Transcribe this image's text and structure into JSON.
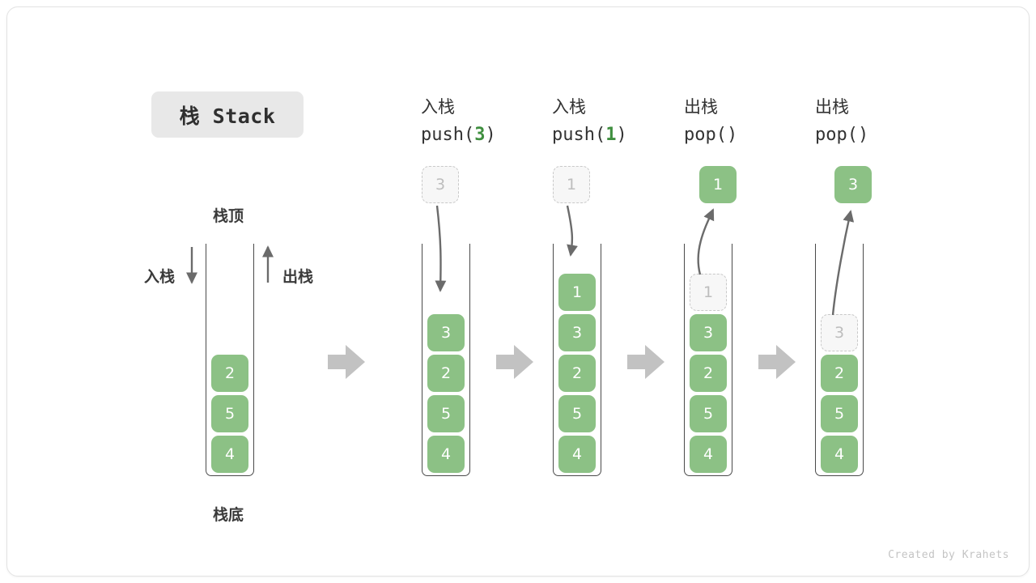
{
  "card": {
    "title_chip": "栈 Stack",
    "footer": "Created by Krahets",
    "accent_green": "#8cc185",
    "code_green": "#3f8f3f",
    "ghost_gray": "#c9c9c9",
    "arrow_gray": "#bfbfbf",
    "wall_color": "#4a4a4a"
  },
  "legend": {
    "top_label": "栈顶",
    "bottom_label": "栈底",
    "push_label": "入栈",
    "pop_label": "出栈"
  },
  "columns": [
    {
      "id": "initial",
      "heading_cn": "",
      "heading_code": "",
      "code_num": "",
      "float_box": null,
      "cells": [
        {
          "value": "4",
          "state": "solid"
        },
        {
          "value": "5",
          "state": "solid"
        },
        {
          "value": "2",
          "state": "solid"
        }
      ]
    },
    {
      "id": "push-3",
      "heading_cn": "入栈",
      "heading_code_pre": "push(",
      "code_num": "3",
      "heading_code_post": ")",
      "float_box": {
        "value": "3",
        "state": "ghost"
      },
      "cells": [
        {
          "value": "4",
          "state": "solid"
        },
        {
          "value": "5",
          "state": "solid"
        },
        {
          "value": "2",
          "state": "solid"
        },
        {
          "value": "3",
          "state": "solid"
        }
      ]
    },
    {
      "id": "push-1",
      "heading_cn": "入栈",
      "heading_code_pre": "push(",
      "code_num": "1",
      "heading_code_post": ")",
      "float_box": {
        "value": "1",
        "state": "ghost"
      },
      "cells": [
        {
          "value": "4",
          "state": "solid"
        },
        {
          "value": "5",
          "state": "solid"
        },
        {
          "value": "2",
          "state": "solid"
        },
        {
          "value": "3",
          "state": "solid"
        },
        {
          "value": "1",
          "state": "solid"
        }
      ]
    },
    {
      "id": "pop-1",
      "heading_cn": "出栈",
      "heading_code_pre": "pop(",
      "code_num": "",
      "heading_code_post": ")",
      "float_box": {
        "value": "1",
        "state": "solid"
      },
      "cells": [
        {
          "value": "4",
          "state": "solid"
        },
        {
          "value": "5",
          "state": "solid"
        },
        {
          "value": "2",
          "state": "solid"
        },
        {
          "value": "3",
          "state": "solid"
        },
        {
          "value": "1",
          "state": "ghost"
        }
      ]
    },
    {
      "id": "pop-3",
      "heading_cn": "出栈",
      "heading_code_pre": "pop(",
      "code_num": "",
      "heading_code_post": ")",
      "float_box": {
        "value": "3",
        "state": "solid"
      },
      "cells": [
        {
          "value": "4",
          "state": "solid"
        },
        {
          "value": "5",
          "state": "solid"
        },
        {
          "value": "2",
          "state": "solid"
        },
        {
          "value": "3",
          "state": "ghost"
        }
      ]
    }
  ],
  "flow_arrows": 4
}
